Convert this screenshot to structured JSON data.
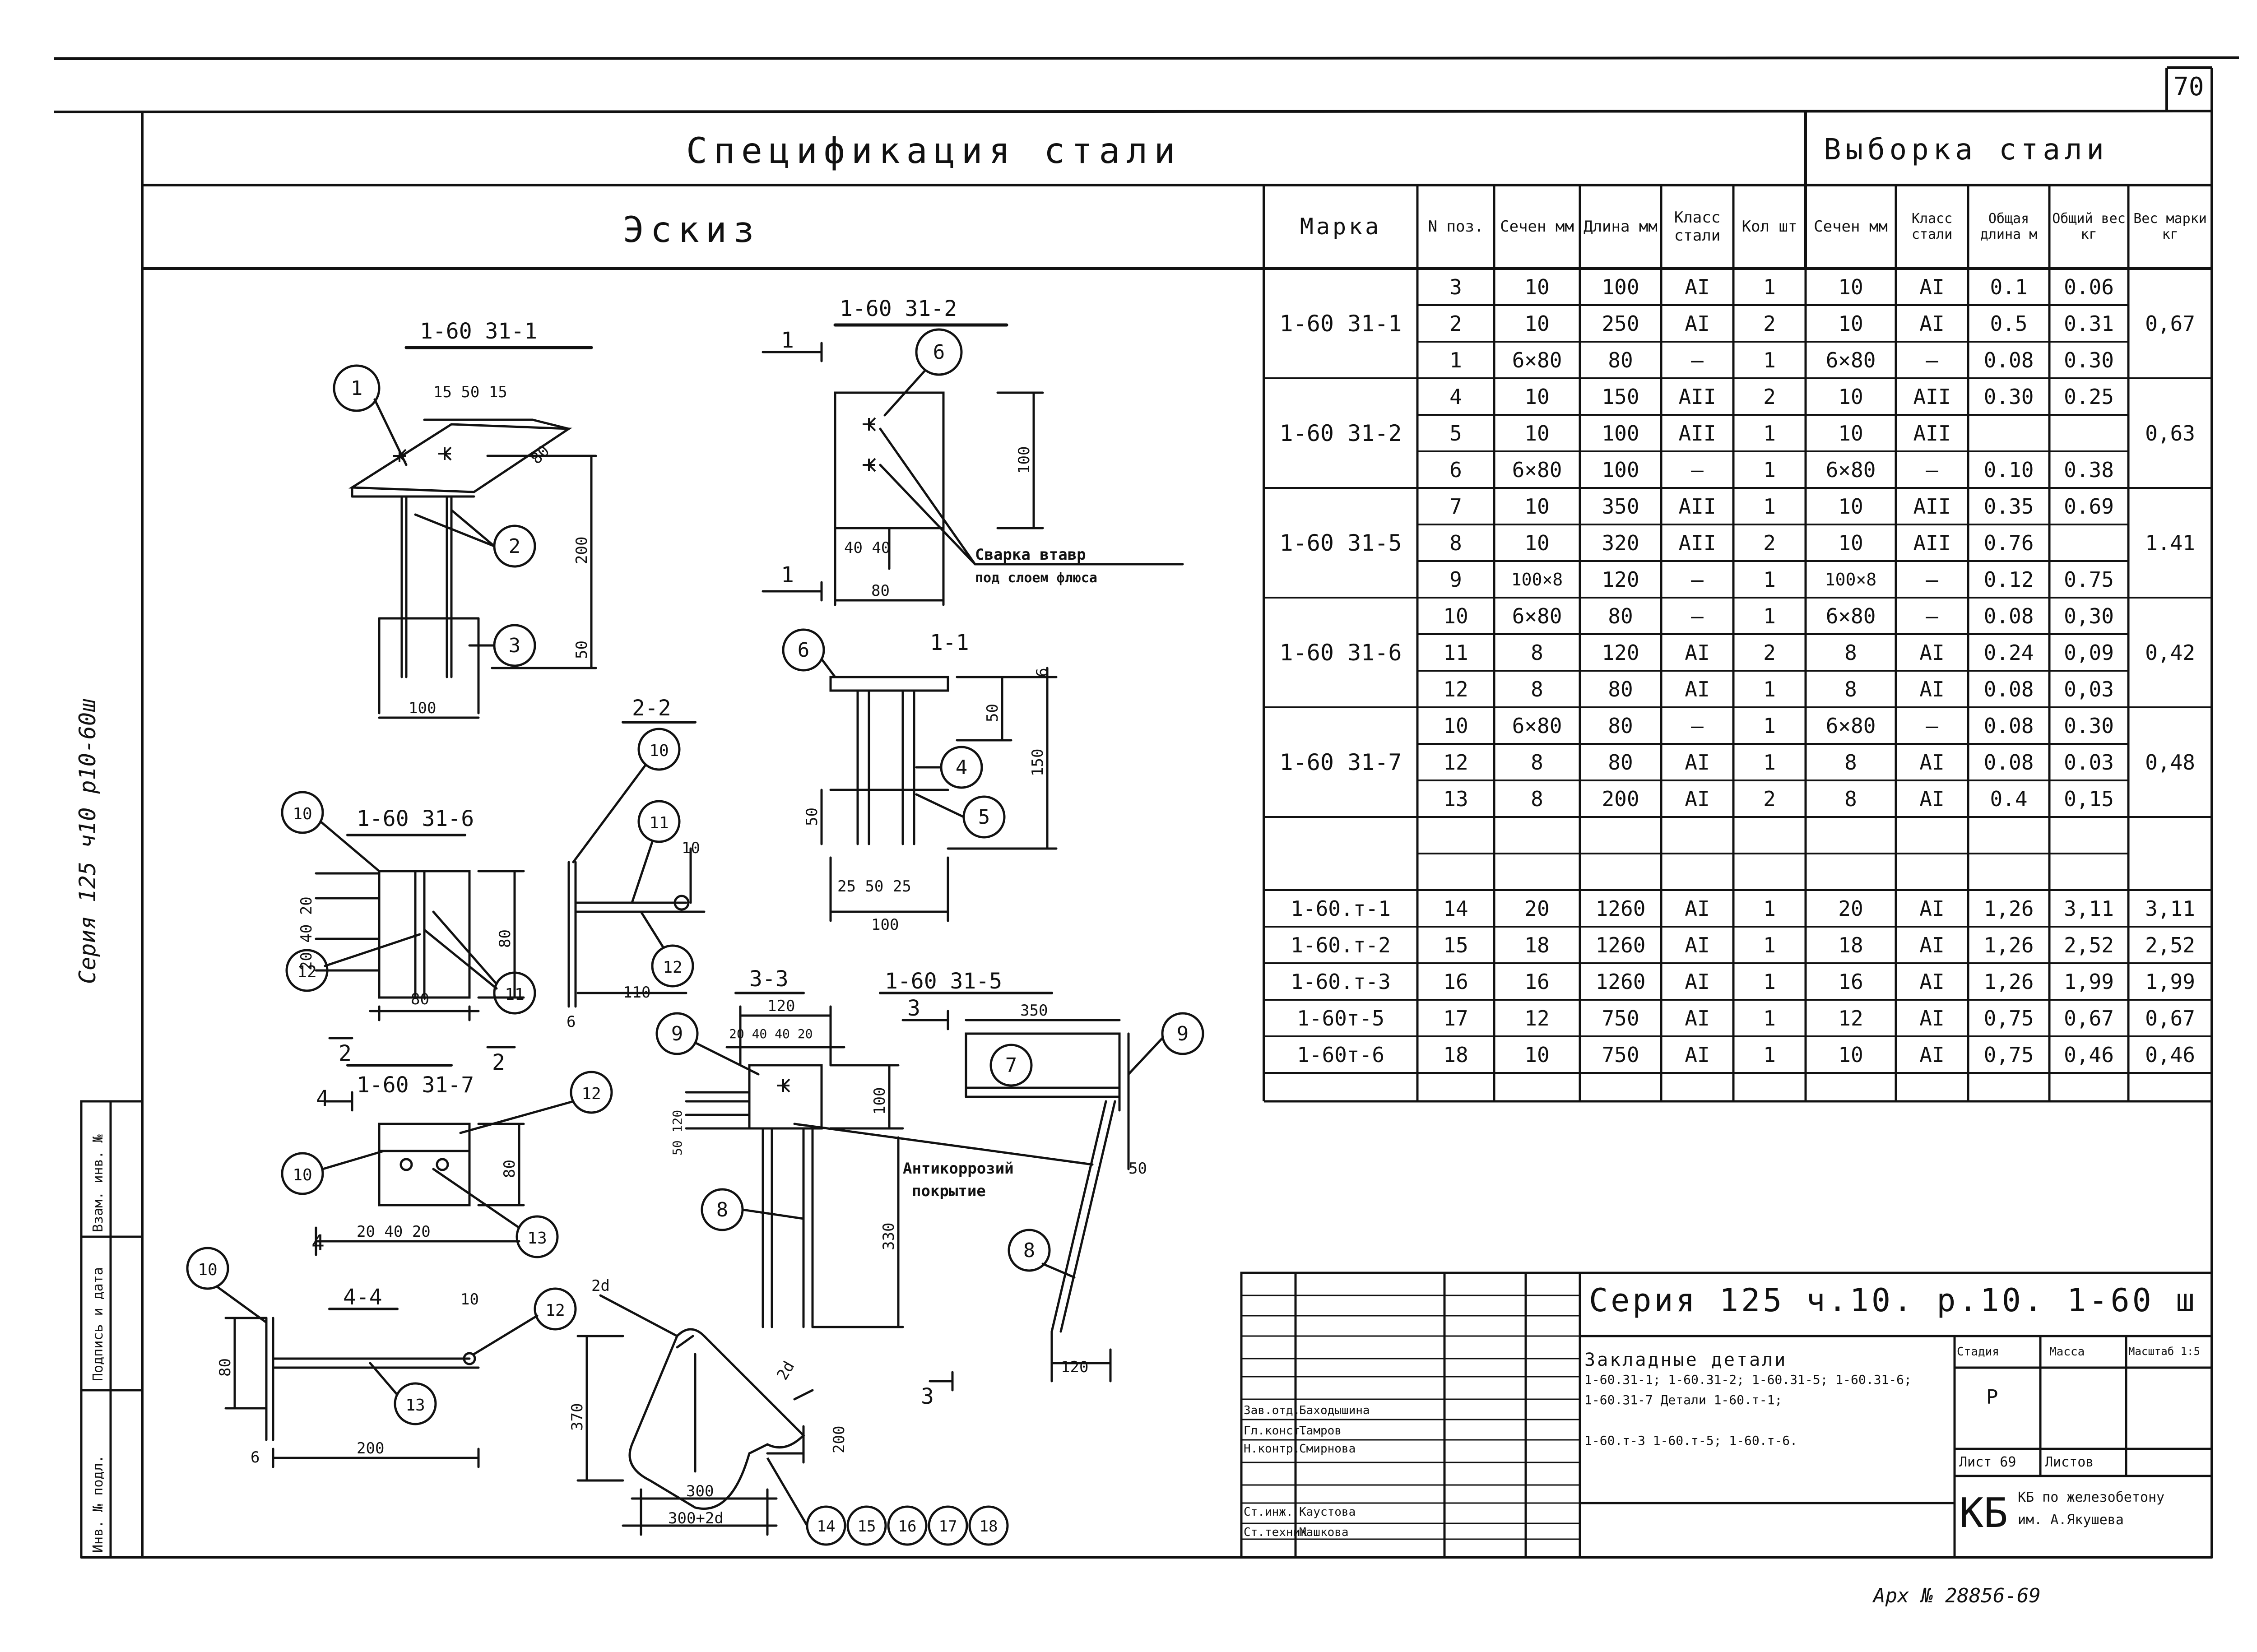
{
  "sheet_number": "70",
  "side_note": "Серия 125 ч10 р10-60ш",
  "archive_note": "Арх № 28856-69",
  "headers": {
    "spec": "Спецификация стали",
    "selection": "Выборка стали",
    "sketch": "Эскиз"
  },
  "columns": {
    "marka": "Марка",
    "pos": "N поз.",
    "sech": "Сечен мм",
    "dlina": "Длина мм",
    "klass": "Класс стали",
    "kol": "Кол шт",
    "sech2": "Сечен мм",
    "klass2": "Класс стали",
    "obsh_dlina": "Общая длина м",
    "obsh_ves": "Общий вес кг",
    "ves_marki": "Вес марки кг"
  },
  "groups": [
    {
      "marka": "1-60 31-1",
      "ves": "0,67",
      "rows": [
        [
          "3",
          "10",
          "100",
          "AI",
          "1",
          "10",
          "AI",
          "0.1",
          "0.06"
        ],
        [
          "2",
          "10",
          "250",
          "AI",
          "2",
          "10",
          "AI",
          "0.5",
          "0.31"
        ],
        [
          "1",
          "6×80",
          "80",
          "–",
          "1",
          "6×80",
          "–",
          "0.08",
          "0.30"
        ]
      ]
    },
    {
      "marka": "1-60 31-2",
      "ves": "0,63",
      "rows": [
        [
          "4",
          "10",
          "150",
          "AII",
          "2",
          "10",
          "AII",
          "0.30",
          "0.25"
        ],
        [
          "5",
          "10",
          "100",
          "AII",
          "1",
          "10",
          "AII",
          "",
          ""
        ],
        [
          "6",
          "6×80",
          "100",
          "–",
          "1",
          "6×80",
          "–",
          "0.10",
          "0.38"
        ]
      ]
    },
    {
      "marka": "1-60 31-5",
      "ves": "1.41",
      "rows": [
        [
          "7",
          "10",
          "350",
          "AII",
          "1",
          "10",
          "AII",
          "0.35",
          "0.69"
        ],
        [
          "8",
          "10",
          "320",
          "AII",
          "2",
          "10",
          "AII",
          "0.76",
          ""
        ],
        [
          "9",
          "100×8",
          "120",
          "–",
          "1",
          "100×8",
          "–",
          "0.12",
          "0.75"
        ]
      ]
    },
    {
      "marka": "1-60 31-6",
      "ves": "0,42",
      "rows": [
        [
          "10",
          "6×80",
          "80",
          "–",
          "1",
          "6×80",
          "–",
          "0.08",
          "0,30"
        ],
        [
          "11",
          "8",
          "120",
          "AI",
          "2",
          "8",
          "AI",
          "0.24",
          "0,09"
        ],
        [
          "12",
          "8",
          "80",
          "AI",
          "1",
          "8",
          "AI",
          "0.08",
          "0,03"
        ]
      ]
    },
    {
      "marka": "1-60 31-7",
      "ves": "0,48",
      "rows": [
        [
          "10",
          "6×80",
          "80",
          "–",
          "1",
          "6×80",
          "–",
          "0.08",
          "0.30"
        ],
        [
          "12",
          "8",
          "80",
          "AI",
          "1",
          "8",
          "AI",
          "0.08",
          "0.03"
        ],
        [
          "13",
          "8",
          "200",
          "AI",
          "2",
          "8",
          "AI",
          "0.4",
          "0,15"
        ]
      ]
    }
  ],
  "t_rows": [
    [
      "1-60.т-1",
      "14",
      "20",
      "1260",
      "AI",
      "1",
      "20",
      "AI",
      "1,26",
      "3,11",
      "3,11"
    ],
    [
      "1-60.т-2",
      "15",
      "18",
      "1260",
      "AI",
      "1",
      "18",
      "AI",
      "1,26",
      "2,52",
      "2,52"
    ],
    [
      "1-60.т-3",
      "16",
      "16",
      "1260",
      "AI",
      "1",
      "16",
      "AI",
      "1,26",
      "1,99",
      "1,99"
    ],
    [
      "1-60т-5",
      "17",
      "12",
      "750",
      "AI",
      "1",
      "12",
      "AI",
      "0,75",
      "0,67",
      "0,67"
    ],
    [
      "1-60т-6",
      "18",
      "10",
      "750",
      "AI",
      "1",
      "10",
      "AI",
      "0,75",
      "0,46",
      "0,46"
    ]
  ],
  "title_block": {
    "series": "Серия 125 ч.10. р.10. 1-60 ш",
    "description": [
      "Закладные детали",
      "1-60.31-1; 1-60.31-2; 1-60.31-5; 1-60.31-6;",
      "1-60.31-7   Детали 1-60.т-1;",
      "1-60.т-3  1-60.т-5; 1-60.т-6."
    ],
    "stadiya_label": "Стадия",
    "massa_label": "Масса",
    "masshtab_label": "Масштаб 1:5",
    "stadiya_value": "Р",
    "list_label": "Лист 69",
    "listov_label": "Листов",
    "org": [
      "КБ по железобетону",
      "им. А.Якушева"
    ],
    "staff": [
      [
        "Зав.отд.",
        "Баходышина"
      ],
      [
        "Гл.конст.",
        "Тамров"
      ],
      [
        "Н.контр.",
        "Смирнова"
      ],
      [
        "",
        ""
      ],
      [
        "Ст.инж.",
        "Каустова"
      ],
      [
        "Ст.техник",
        "Машкова"
      ]
    ],
    "side_stamp": [
      "Инв. № подл.",
      "Подпись и дата",
      "Взам. инв. №"
    ]
  },
  "sketch": {
    "titles": {
      "d1": "1-60 31-1",
      "d2": "1-60 31-2",
      "d6": "1-60 31-6",
      "d7": "1-60 31-7",
      "d5": "1-60 31-5",
      "s11": "1-1",
      "s22": "2-2",
      "s33": "3-3",
      "s44": "4-4"
    },
    "dims": {
      "d1_top": "15  50  15",
      "d1_80": "80",
      "d1_200": "200",
      "d1_50": "50",
      "d1_100": "100",
      "d2_100": "100",
      "d2_4040": "40  40",
      "d2_80": "80",
      "s11_6": "6",
      "s11_50": "50",
      "s11_150": "150",
      "s11_50b": "50",
      "s11_bottom": "25  50  25",
      "s11_100": "100",
      "d6_left": "20 40 20",
      "d6_80": "80",
      "d6_80b": "80",
      "s22_10": "10",
      "s22_110": "110",
      "s22_6": "6",
      "s33_120": "120",
      "s33_mid": "20 40 40 20",
      "s33_100": "100",
      "s33_left": "50  120",
      "s33_330": "330",
      "d5_350": "350",
      "d5_50": "50",
      "d5_120": "120",
      "d7_80": "80",
      "d7_bottom": "20  40  20",
      "s44_10": "10",
      "s44_80": "80",
      "s44_200": "200",
      "s44_6": "6",
      "t_2d": "2d",
      "t_370": "370",
      "t_200": "200",
      "t_300": "300",
      "t_300_2d": "300+2d",
      "t_rad": "2d"
    },
    "notes": {
      "weld": "Сварка втавр",
      "weld2": "под слоем флюса",
      "anti": "Антикоррозий",
      "anti2": "покрытие"
    },
    "cut_marks": {
      "c1": "1",
      "c2": "2",
      "c3": "3",
      "c4": "4"
    },
    "callouts": [
      "1",
      "2",
      "3",
      "4",
      "5",
      "6",
      "7",
      "8",
      "9",
      "10",
      "11",
      "12",
      "13",
      "14",
      "15",
      "16",
      "17",
      "18"
    ]
  }
}
